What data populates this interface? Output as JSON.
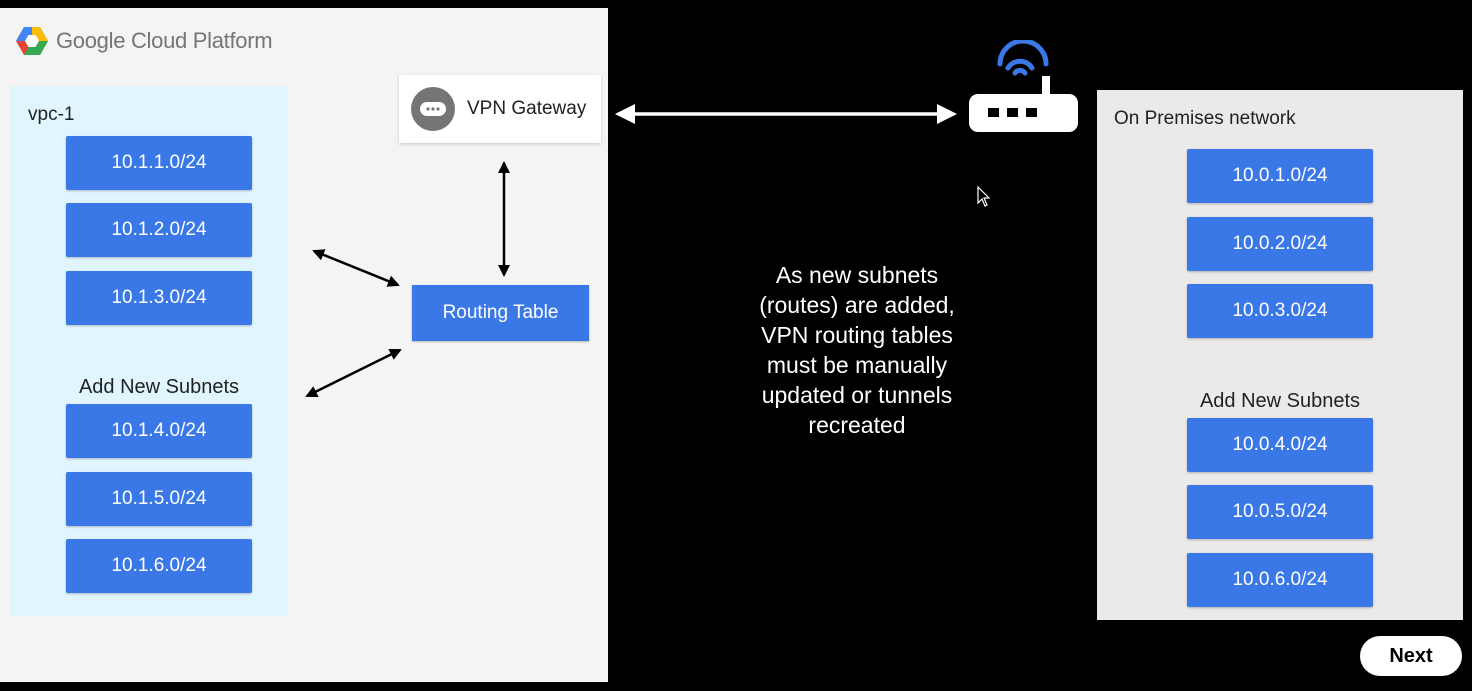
{
  "gcp": {
    "brand": "Google Cloud Platform",
    "vpc": {
      "label": "vpc-1",
      "subnets": [
        "10.1.1.0/24",
        "10.1.2.0/24",
        "10.1.3.0/24"
      ],
      "add_label": "Add New Subnets",
      "new_subnets": [
        "10.1.4.0/24",
        "10.1.5.0/24",
        "10.1.6.0/24"
      ]
    },
    "vpn_gateway": "VPN Gateway",
    "routing_table": "Routing Table"
  },
  "onprem": {
    "label": "On Premises network",
    "subnets": [
      "10.0.1.0/24",
      "10.0.2.0/24",
      "10.0.3.0/24"
    ],
    "add_label": "Add New Subnets",
    "new_subnets": [
      "10.0.4.0/24",
      "10.0.5.0/24",
      "10.0.6.0/24"
    ]
  },
  "caption": {
    "lines": [
      "As new subnets",
      "(routes) are added,",
      "VPN routing tables",
      "must be manually",
      "updated or tunnels",
      "recreated"
    ]
  },
  "controls": {
    "next_label": "Next"
  },
  "colors": {
    "subnet_blue": "#3b78e7",
    "wifi_blue": "#3b78e7",
    "gcp_panel": "#f4f4f4",
    "vpc_box": "#e1f5fe",
    "onprem_panel": "#eceae8"
  }
}
